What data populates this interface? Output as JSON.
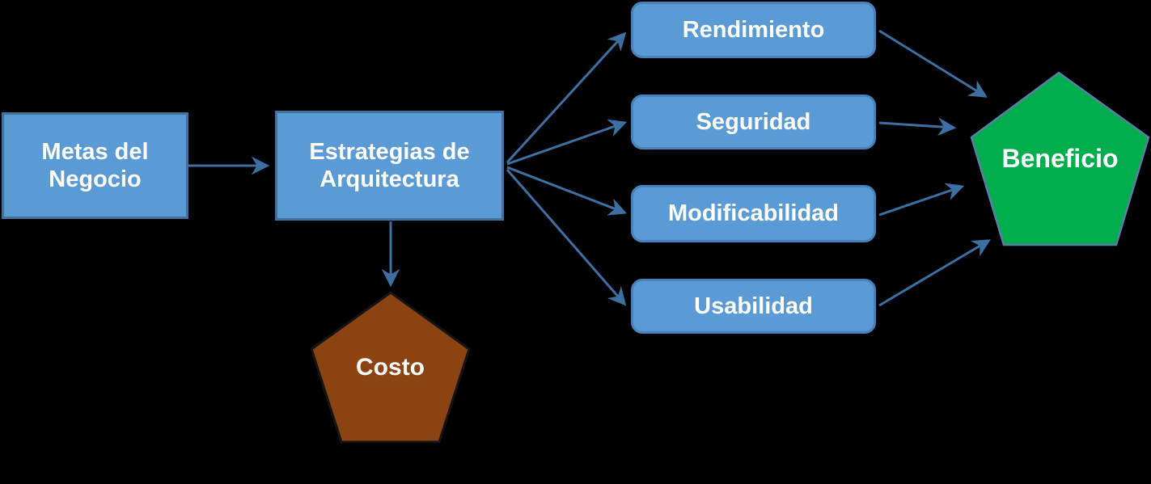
{
  "diagram": {
    "title": "Business goals to quality attributes flow",
    "nodes": {
      "metas": {
        "label": "Metas del Negocio",
        "shape": "rectangle"
      },
      "estrategias": {
        "label": "Estrategias de Arquitectura",
        "shape": "rectangle"
      },
      "rendimiento": {
        "label": "Rendimiento",
        "shape": "rounded-rectangle"
      },
      "seguridad": {
        "label": "Seguridad",
        "shape": "rounded-rectangle"
      },
      "modificabilidad": {
        "label": "Modificabilidad",
        "shape": "rounded-rectangle"
      },
      "usabilidad": {
        "label": "Usabilidad",
        "shape": "rounded-rectangle"
      },
      "beneficio": {
        "label": "Beneficio",
        "shape": "pentagon"
      },
      "costo": {
        "label": "Costo",
        "shape": "pentagon"
      }
    },
    "edges": [
      {
        "from": "metas",
        "to": "estrategias"
      },
      {
        "from": "estrategias",
        "to": "rendimiento"
      },
      {
        "from": "estrategias",
        "to": "seguridad"
      },
      {
        "from": "estrategias",
        "to": "modificabilidad"
      },
      {
        "from": "estrategias",
        "to": "usabilidad"
      },
      {
        "from": "estrategias",
        "to": "costo"
      },
      {
        "from": "rendimiento",
        "to": "beneficio"
      },
      {
        "from": "seguridad",
        "to": "beneficio"
      },
      {
        "from": "modificabilidad",
        "to": "beneficio"
      },
      {
        "from": "usabilidad",
        "to": "beneficio"
      }
    ],
    "colors": {
      "background": "#000000",
      "node-fill": "#5B9BD5",
      "rect-border": "#41719C",
      "round-border": "#4981BB",
      "arrow": "#3E6FA3",
      "beneficio-fill": "#00AE4E",
      "beneficio-border": "#5B7FA6",
      "costo-fill": "#8A4311",
      "costo-border": "#141414",
      "label-text": "#FFFFFF"
    }
  }
}
